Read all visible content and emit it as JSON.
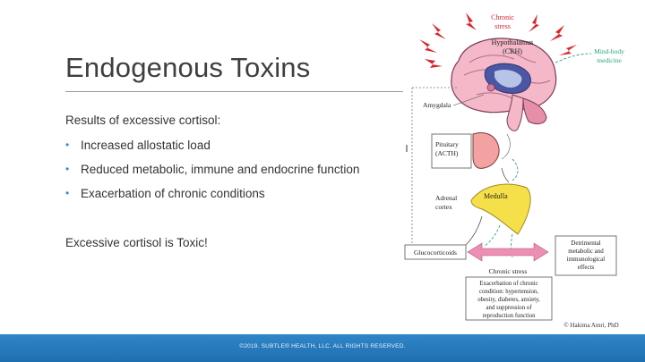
{
  "slide": {
    "title": "Endogenous Toxins",
    "intro": "Results of excessive cortisol:",
    "bullets": [
      "Increased allostatic load",
      "Reduced metabolic, immune and endocrine function",
      "Exacerbation of chronic conditions"
    ],
    "closing": "Excessive cortisol is Toxic!",
    "footer": "©2019. SUBTLE® HEALTH, LLC. ALL RIGHTS RESERVED."
  },
  "diagram": {
    "chronic_stress_top": [
      "Chronic",
      "stress"
    ],
    "hypothalamus": [
      "Hypothalamus",
      "(CRH)"
    ],
    "mind_body": [
      "Mind-body",
      "medicine"
    ],
    "amygdala": "Amygdala",
    "pituitary": [
      "Pituitary",
      "(ACTH)"
    ],
    "medulla": "Medulla",
    "adrenal_cortex": [
      "Adrenal",
      "cortex"
    ],
    "glucocorticoids": "Glucocorticoids",
    "chronic_stress_arrow": "Chronic stress",
    "detrimental": [
      "Detrimental",
      "metabolic and",
      "immunological",
      "effects"
    ],
    "exacerbation": [
      "Exacerbation of chronic",
      "condition: hypertension,",
      "obesity, diabetes, anxiety,",
      "and suppression of",
      "reproduction function"
    ],
    "credit": "© Hakima Amri, PhD"
  },
  "colors": {
    "footer": "#2878bd",
    "bullet": "#2f8fd6",
    "stress_red": "#d8262c",
    "mind_body_green": "#2aa37a",
    "medulla_yellow": "#f6e04a",
    "pink": "#ec8fb3"
  }
}
